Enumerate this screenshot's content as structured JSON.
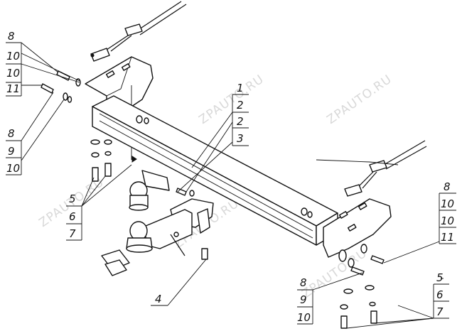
{
  "watermark": "ZPAUTO.RU",
  "callouts": {
    "top_left": [
      "8",
      "10",
      "10",
      "11"
    ],
    "mid_left": [
      "8",
      "9",
      "10"
    ],
    "lower_left": [
      "5",
      "6",
      "7"
    ],
    "center": [
      "1",
      "2",
      "2",
      "3"
    ],
    "bottom": [
      "4"
    ],
    "right_upper": [
      "8",
      "10",
      "10",
      "11"
    ],
    "right_lower": [
      "8",
      "9",
      "10"
    ],
    "right_bottom": [
      "5",
      "6",
      "7"
    ]
  }
}
